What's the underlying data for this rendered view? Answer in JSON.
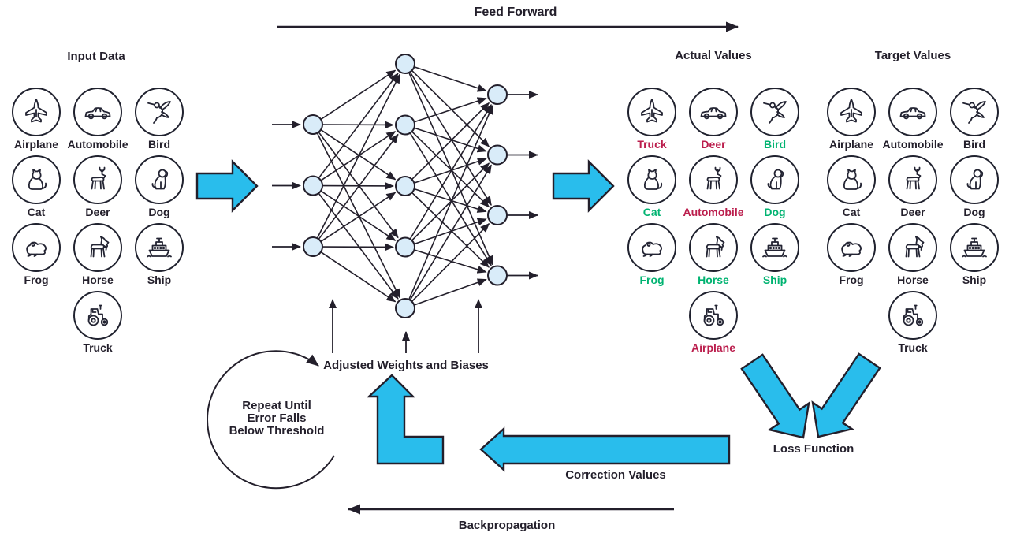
{
  "flow": {
    "feed_forward": "Feed Forward",
    "backpropagation": "Backpropagation"
  },
  "panels": [
    {
      "title": "Input Data",
      "items": [
        {
          "icon": "airplane",
          "label": "Airplane",
          "status": "dark"
        },
        {
          "icon": "automobile",
          "label": "Automobile",
          "status": "dark"
        },
        {
          "icon": "bird",
          "label": "Bird",
          "status": "dark"
        },
        {
          "icon": "cat",
          "label": "Cat",
          "status": "dark"
        },
        {
          "icon": "deer",
          "label": "Deer",
          "status": "dark"
        },
        {
          "icon": "dog",
          "label": "Dog",
          "status": "dark"
        },
        {
          "icon": "frog",
          "label": "Frog",
          "status": "dark"
        },
        {
          "icon": "horse",
          "label": "Horse",
          "status": "dark"
        },
        {
          "icon": "ship",
          "label": "Ship",
          "status": "dark"
        },
        {
          "icon": "truck",
          "label": "Truck",
          "status": "dark"
        }
      ]
    },
    {
      "title": "Actual Values",
      "items": [
        {
          "icon": "airplane",
          "label": "Truck",
          "status": "wrong"
        },
        {
          "icon": "automobile",
          "label": "Deer",
          "status": "wrong"
        },
        {
          "icon": "bird",
          "label": "Bird",
          "status": "correct"
        },
        {
          "icon": "cat",
          "label": "Cat",
          "status": "correct"
        },
        {
          "icon": "deer",
          "label": "Automobile",
          "status": "wrong"
        },
        {
          "icon": "dog",
          "label": "Dog",
          "status": "correct"
        },
        {
          "icon": "frog",
          "label": "Frog",
          "status": "correct"
        },
        {
          "icon": "horse",
          "label": "Horse",
          "status": "correct"
        },
        {
          "icon": "ship",
          "label": "Ship",
          "status": "correct"
        },
        {
          "icon": "truck",
          "label": "Airplane",
          "status": "wrong"
        }
      ]
    },
    {
      "title": "Target Values",
      "items": [
        {
          "icon": "airplane",
          "label": "Airplane",
          "status": "dark"
        },
        {
          "icon": "automobile",
          "label": "Automobile",
          "status": "dark"
        },
        {
          "icon": "bird",
          "label": "Bird",
          "status": "dark"
        },
        {
          "icon": "cat",
          "label": "Cat",
          "status": "dark"
        },
        {
          "icon": "deer",
          "label": "Deer",
          "status": "dark"
        },
        {
          "icon": "dog",
          "label": "Dog",
          "status": "dark"
        },
        {
          "icon": "frog",
          "label": "Frog",
          "status": "dark"
        },
        {
          "icon": "horse",
          "label": "Horse",
          "status": "dark"
        },
        {
          "icon": "ship",
          "label": "Ship",
          "status": "dark"
        },
        {
          "icon": "truck",
          "label": "Truck",
          "status": "dark"
        }
      ]
    }
  ],
  "annotations": {
    "adjusted_weights": "Adjusted Weights and Biases",
    "repeat_lines": [
      "Repeat Until",
      "Error Falls",
      "Below Threshold"
    ],
    "correction_values": "Correction Values",
    "loss_function": "Loss Function"
  },
  "network": {
    "layer_sizes": [
      3,
      5,
      4
    ]
  },
  "colors": {
    "cyan": "#29bdec",
    "ink": "#231f2b",
    "wrong": "#bb1e4d",
    "correct": "#00b371",
    "node_fill": "#d9ecf9",
    "circle_stroke": "#20222f"
  }
}
